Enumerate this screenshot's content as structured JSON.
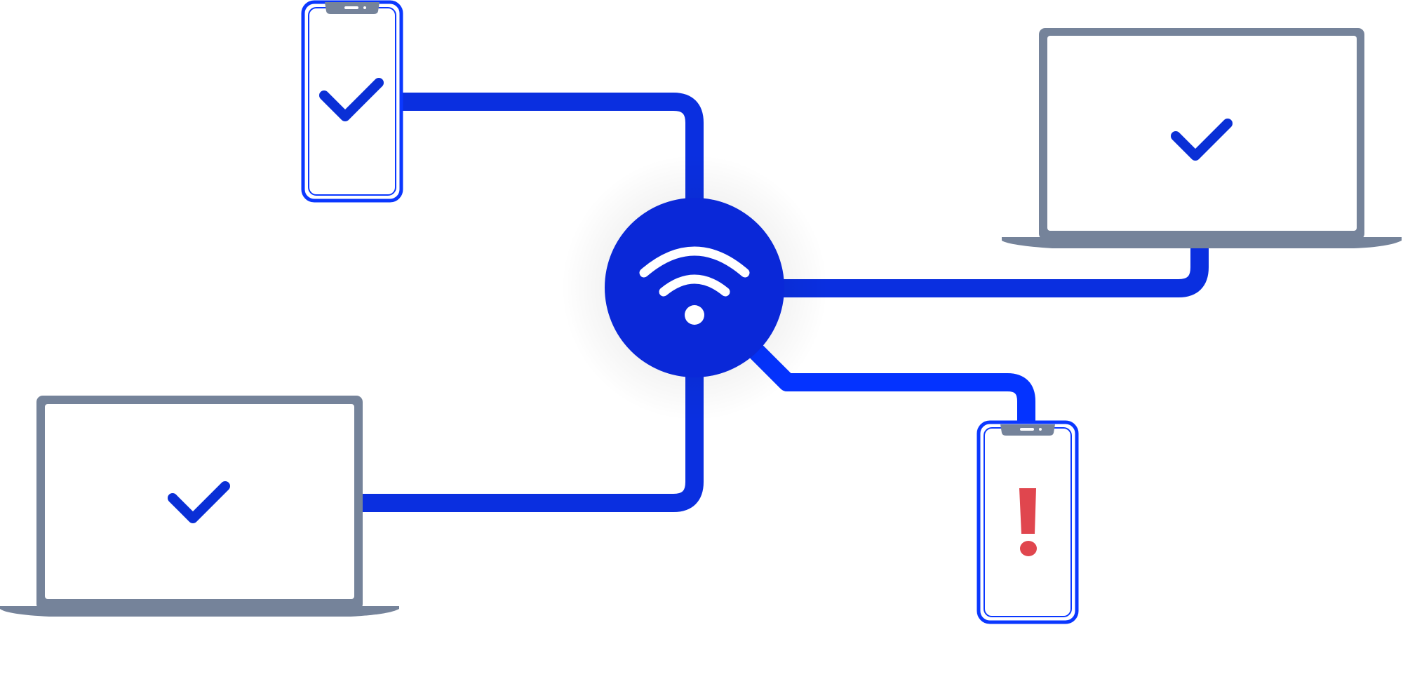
{
  "colors": {
    "background": "#ffffff",
    "link": "#0a2fe0",
    "link_bright": "#0433ff",
    "hub": "#0a28d8",
    "device_phone_outline": "#0a37ff",
    "device_laptop": "#75839a",
    "ok_check": "#0a2fd6",
    "warning": "#e0464e",
    "hub_icon": "#ffffff"
  },
  "hub": {
    "icon": "wifi-icon"
  },
  "devices": [
    {
      "id": "phone-top-left",
      "kind": "phone",
      "status": "ok",
      "icon": "checkmark-icon"
    },
    {
      "id": "laptop-top-right",
      "kind": "laptop",
      "status": "ok",
      "icon": "checkmark-icon"
    },
    {
      "id": "laptop-bottom-left",
      "kind": "laptop",
      "status": "ok",
      "icon": "checkmark-icon"
    },
    {
      "id": "phone-bottom-right",
      "kind": "phone",
      "status": "warning",
      "icon": "exclamation-icon"
    }
  ]
}
